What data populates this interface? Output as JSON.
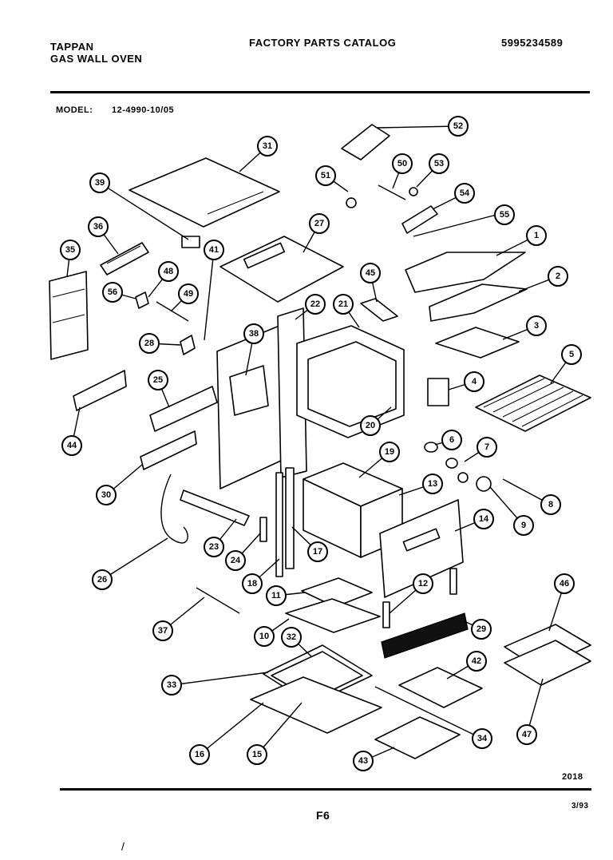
{
  "header": {
    "brand": "TAPPAN",
    "product": "GAS WALL OVEN",
    "catalog_title": "FACTORY PARTS CATALOG",
    "catalog_number": "5995234589",
    "model_label": "MODEL:",
    "model_number": "12-4990-10/05"
  },
  "footer": {
    "diagram_code": "2018",
    "page": "F6",
    "date": "3/93",
    "stray_mark": "/"
  },
  "callouts": [
    "1",
    "2",
    "3",
    "4",
    "5",
    "6",
    "7",
    "8",
    "9",
    "10",
    "11",
    "12",
    "13",
    "14",
    "15",
    "16",
    "17",
    "18",
    "19",
    "20",
    "21",
    "22",
    "23",
    "24",
    "25",
    "26",
    "27",
    "28",
    "29",
    "30",
    "31",
    "32",
    "33",
    "34",
    "35",
    "36",
    "37",
    "38",
    "39",
    "41",
    "42",
    "43",
    "44",
    "45",
    "46",
    "47",
    "48",
    "49",
    "50",
    "51",
    "52",
    "53",
    "54",
    "55",
    "56"
  ]
}
